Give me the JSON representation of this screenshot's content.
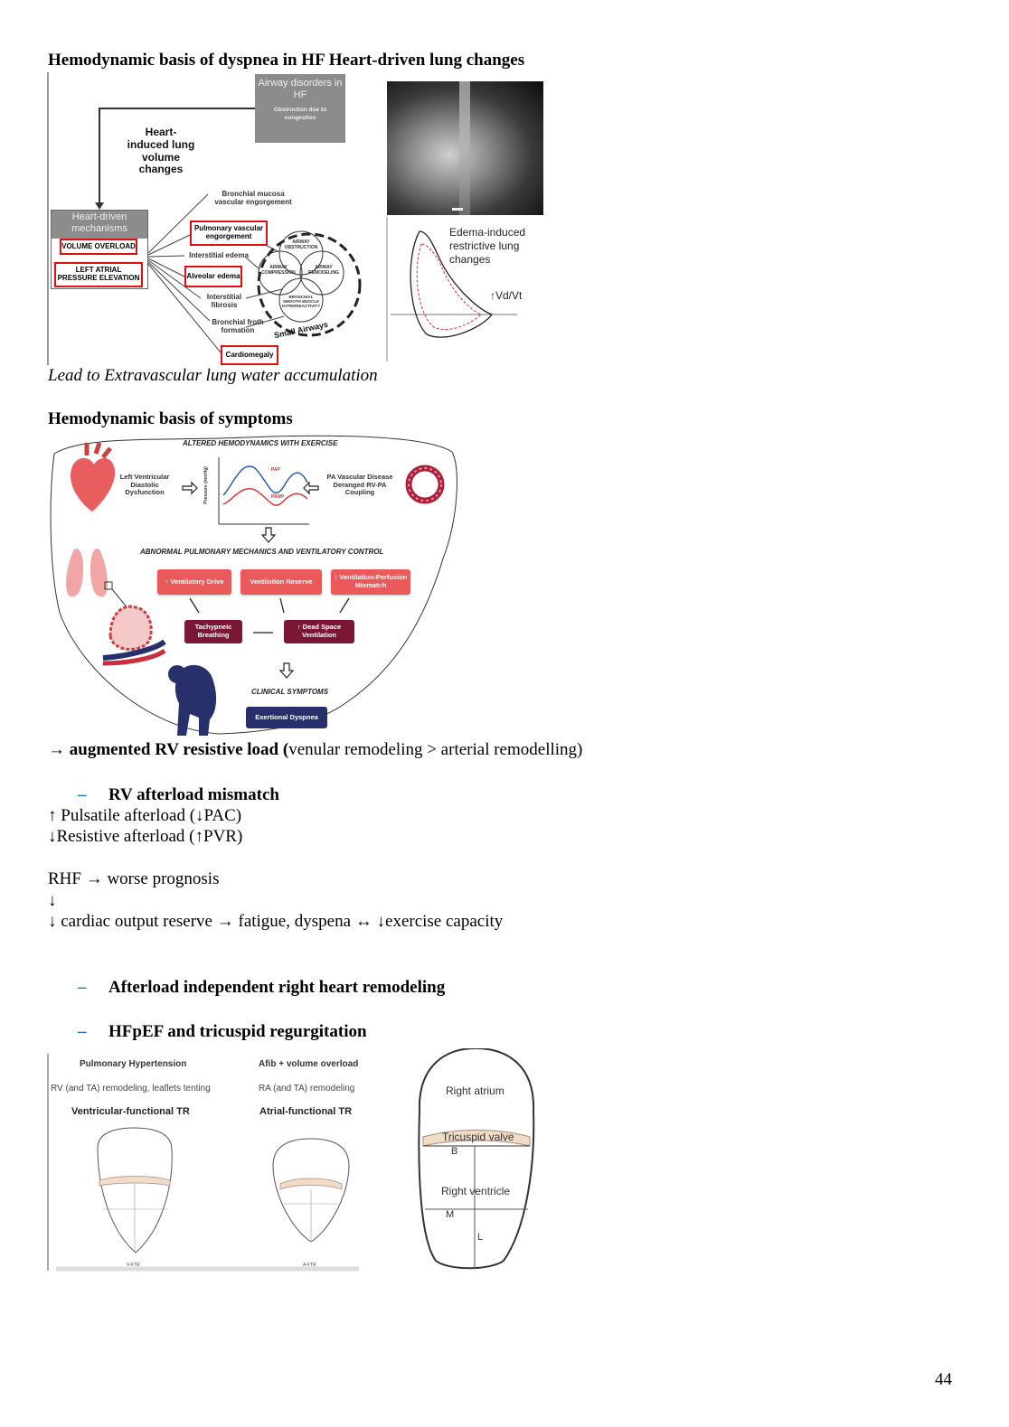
{
  "headings": {
    "h1": "Hemodynamic basis of dyspnea in HF Heart-driven lung changes",
    "caption1": "Lead to Extravascular lung water accumulation",
    "h2": "Hemodynamic basis of symptoms"
  },
  "fig1": {
    "airway_title": "Airway disorders in HF",
    "airway_sub": "Obstruction due to congestion",
    "heart_induced": "Heart-induced lung volume changes",
    "mech_title": "Heart-driven mechanisms",
    "volume_overload": "VOLUME OVERLOAD",
    "lap": "LEFT ATRIAL PRESSURE ELEVATION",
    "bronchial_mucosa": "Bronchial mucosa vascular engorgement",
    "pulm_vasc": "Pulmonary vascular engorgement",
    "interstitial_edema": "Interstitial edema",
    "alveolar_edema": "Alveolar edema",
    "interstitial_fibrosis": "Interstitial fibrosis",
    "bronchial_froth": "Bronchial froth formation",
    "cardiomegaly": "Cardiomegaly",
    "airway_obstruction": "AIRWAY OBSTRUCTION",
    "airway_compression": "AIRWAY COMPRESSION",
    "airway_remodeling": "AIRWAY REMODELING",
    "bronchial_smooth": "BRONCHIAL SMOOTH MUSCLE HYPERREACTIVITY",
    "small_airways": "Small Airways",
    "edema_text": "Edema-induced restrictive lung changes",
    "vdvt": "↑Vd/Vt"
  },
  "fig2": {
    "top_title": "ALTERED HEMODYNAMICS WITH EXERCISE",
    "lv": "Left Ventricular Diastolic Dysfunction",
    "pa": "PA Vascular Disease Deranged RV-PA Coupling",
    "pap": "↑ PAP",
    "pawp": "↑ PAWP",
    "ylabel": "Pressure (mmHg)",
    "mid_title": "ABNORMAL PULMONARY MECHANICS AND VENTILATORY CONTROL",
    "b1": "↑ Ventilatory Drive",
    "b2": "Ventilation Reserve",
    "b3": "↑ Ventilation-Perfusion Mismatch",
    "d1": "Tachypneic Breathing",
    "d2": "↑ Dead Space Ventilation",
    "clin": "CLINICAL SYMPTOMS",
    "exertional": "Exertional Dyspnea"
  },
  "text": {
    "aug_bold": "→ augmented RV resistive load (",
    "aug_rest": "venular remodeling > arterial remodelling)",
    "rv_mismatch": "RV afterload mismatch",
    "pulsatile": "↑ Pulsatile afterload (↓PAC)",
    "resistive": "↓Resistive afterload (↑PVR)",
    "rhf": "RHF → worse prognosis",
    "down": "↓",
    "cardiac": "↓ cardiac output reserve → fatigue, dyspena ↔ ↓exercise capacity",
    "afterload_indep": "Afterload independent right heart remodeling",
    "hfpef": "HFpEF and tricuspid regurgitation",
    "dash": "–"
  },
  "fig3": {
    "ph": "Pulmonary Hypertension",
    "afib": "Afib + volume overload",
    "rv_remod": "RV (and TA) remodeling, leaflets tenting",
    "ra_remod": "RA (and TA) remodeling",
    "vftr": "Ventricular-functional TR",
    "aftr": "Atrial-functional TR",
    "vftr_small": "V-FTR",
    "aftr_small": "A-FTR",
    "right_atrium": "Right atrium",
    "tricuspid": "Tricuspid valve",
    "right_ventricle": "Right ventricle",
    "b": "B",
    "m": "M",
    "l": "L"
  },
  "page_number": "44",
  "colors": {
    "red_box": "#dd1111",
    "pink": "#ea5a5a",
    "maroon": "#7a1734",
    "navy": "#27306b",
    "dash": "#1f77b4"
  }
}
